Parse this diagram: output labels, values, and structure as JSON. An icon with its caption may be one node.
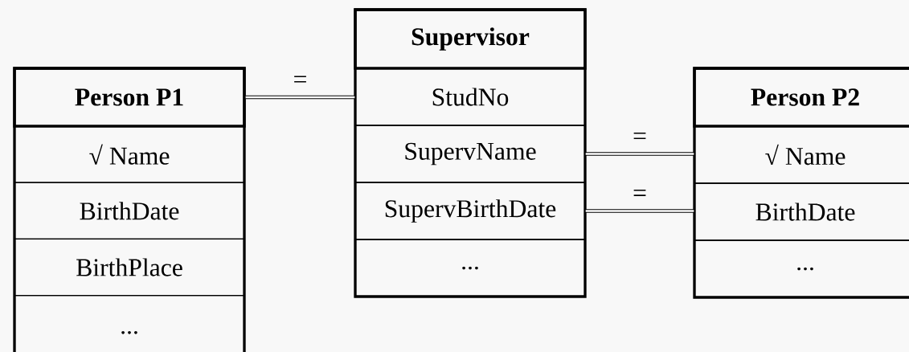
{
  "diagram": {
    "nodes": [
      {
        "text": [],
        "shape": "box"
      },
      {
        "text": [
          "Person P1"
        ],
        "in": 0
      },
      {
        "text": [
          "√ Name"
        ],
        "in": 0
      },
      {
        "text": [
          "BirthDate"
        ],
        "in": 0
      },
      {
        "text": [
          "BirthPlace"
        ],
        "in": 0
      },
      {
        "text": [
          "..."
        ],
        "in": 0
      },
      {
        "text": [],
        "shape": "box"
      },
      {
        "text": [
          "Supervisor"
        ],
        "in": 6
      },
      {
        "text": [
          "StudNo"
        ],
        "in": 6
      },
      {
        "text": [
          "SupervName"
        ],
        "in": 6
      },
      {
        "text": [
          "SupervBirthDate"
        ],
        "in": 6
      },
      {
        "text": [
          "..."
        ],
        "in": 6
      },
      {
        "text": [],
        "shape": "box"
      },
      {
        "text": [
          "Person P2"
        ],
        "in": 12
      },
      {
        "text": [
          "√ Name"
        ],
        "in": 12
      },
      {
        "text": [
          "BirthDate"
        ],
        "in": 12
      },
      {
        "text": [
          "..."
        ],
        "in": 12
      }
    ],
    "edges": [
      {
        "from": 1,
        "to": 8,
        "arrow": "none",
        "label": "="
      },
      {
        "from": 9,
        "to": 14,
        "arrow": "none",
        "label": "="
      },
      {
        "from": 10,
        "to": 15,
        "arrow": "none",
        "label": "="
      }
    ]
  }
}
